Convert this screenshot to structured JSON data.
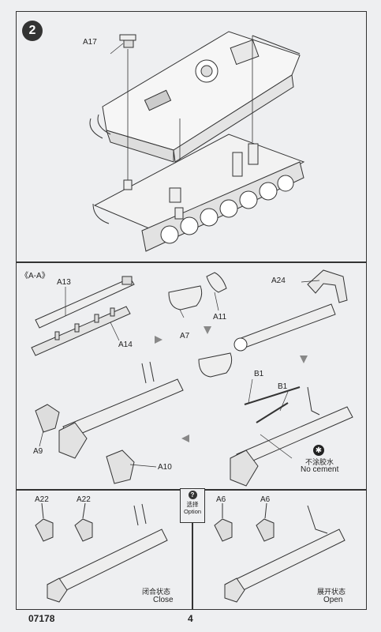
{
  "step": {
    "number": "2"
  },
  "top_panel": {
    "labels": {
      "a17": "A17"
    }
  },
  "mid_panel": {
    "section_ref": "《A-A》",
    "labels": {
      "a13": "A13",
      "a14": "A14",
      "a24": "A24",
      "a7": "A7",
      "a11": "A11",
      "b1_left": "B1",
      "b1_right": "B1",
      "a9": "A9",
      "a10": "A10"
    },
    "no_cement": {
      "cn": "不涂胶水",
      "en": "No cement",
      "icon": "no-cement-icon"
    }
  },
  "option": {
    "icon": "question-icon",
    "cn": "选择",
    "en": "Option"
  },
  "bottom_left": {
    "labels": {
      "a22_left": "A22",
      "a22_right": "A22"
    },
    "state_cn": "闭合状态",
    "state_en": "Close"
  },
  "bottom_right": {
    "labels": {
      "a6_left": "A6",
      "a6_right": "A6"
    },
    "state_cn": "展开状态",
    "state_en": "Open"
  },
  "footer": {
    "code": "07178",
    "page": "4"
  }
}
